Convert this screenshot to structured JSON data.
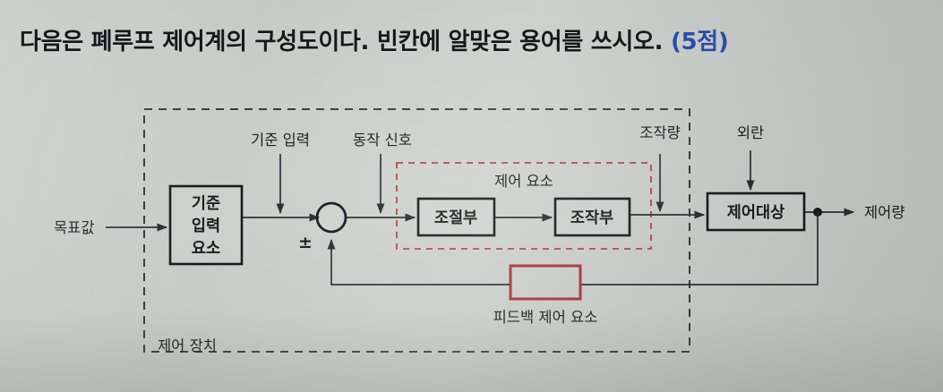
{
  "question": {
    "text": "다음은 폐루프 제어계의 구성도이다. 빈칸에 알맞은 용어를 쓰시오.",
    "points": "(5점)"
  },
  "colors": {
    "page_background": "#c9cdc9",
    "ink": "#17191c",
    "points_blue": "#2b4da8",
    "red_dashed": "#b4404a",
    "red_answer_box": "#a8333d"
  },
  "diagram": {
    "type": "closed-loop-control-block-diagram",
    "input_label": "목표값",
    "output_label": "제어량",
    "blocks": [
      {
        "id": "reference-input-element",
        "label_lines": [
          "기준",
          "입력",
          "요소"
        ]
      },
      {
        "id": "controller-unit",
        "label_lines": [
          "조절부"
        ]
      },
      {
        "id": "actuator-unit",
        "label_lines": [
          "조작부"
        ]
      },
      {
        "id": "controlled-object",
        "label_lines": [
          "제어대상"
        ]
      }
    ],
    "summing_point": {
      "id": "summing-junction",
      "sign_label": "±"
    },
    "signal_labels": [
      {
        "id": "reference-input",
        "text": "기준 입력"
      },
      {
        "id": "actuating-signal",
        "text": "동작 신호"
      },
      {
        "id": "manipulated-variable",
        "text": "조작량"
      },
      {
        "id": "disturbance",
        "text": "외란"
      }
    ],
    "groups": [
      {
        "id": "control-elements-group",
        "label": "제어 요소",
        "style": "red-dashed"
      },
      {
        "id": "control-device-group",
        "label": "제어 장치",
        "style": "black-dashed"
      }
    ],
    "answer_blank": {
      "id": "feedback-control-element-blank",
      "caption": "피드백 제어 요소",
      "value": ""
    }
  }
}
